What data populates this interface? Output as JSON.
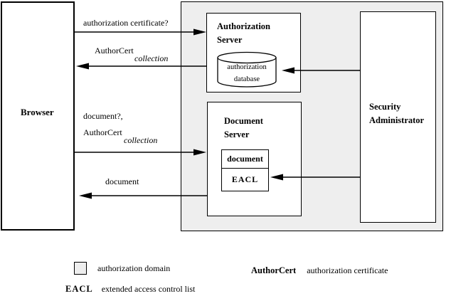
{
  "diagram": {
    "browser": {
      "label": "Browser"
    },
    "domain": {
      "auth_server": {
        "title_line1": "Authorization",
        "title_line2": "Server",
        "database": {
          "line1": "authorization",
          "line2": "database"
        }
      },
      "doc_server": {
        "title_line1": "Document",
        "title_line2": "Server",
        "document_label": "document",
        "eacl_label": "EACL"
      },
      "security_admin": {
        "title_line1": "Security",
        "title_line2": "Administrator"
      }
    },
    "arrows": {
      "auth_request": {
        "label": "authorization certificate?"
      },
      "auth_response": {
        "label_main": "AuthorCert",
        "label_sub": "collection"
      },
      "doc_request": {
        "label_line1": "document?,",
        "label_main": "AuthorCert",
        "label_sub": "collection"
      },
      "doc_response": {
        "label": "document"
      }
    },
    "colors": {
      "domain_fill": "#eeeeee",
      "line": "#000000"
    }
  },
  "legend": {
    "domain": {
      "label": "authorization domain"
    },
    "authorcert": {
      "term": "AuthorCert",
      "definition": "authorization certificate"
    },
    "eacl": {
      "term": "EACL",
      "definition": "extended access control list"
    }
  }
}
